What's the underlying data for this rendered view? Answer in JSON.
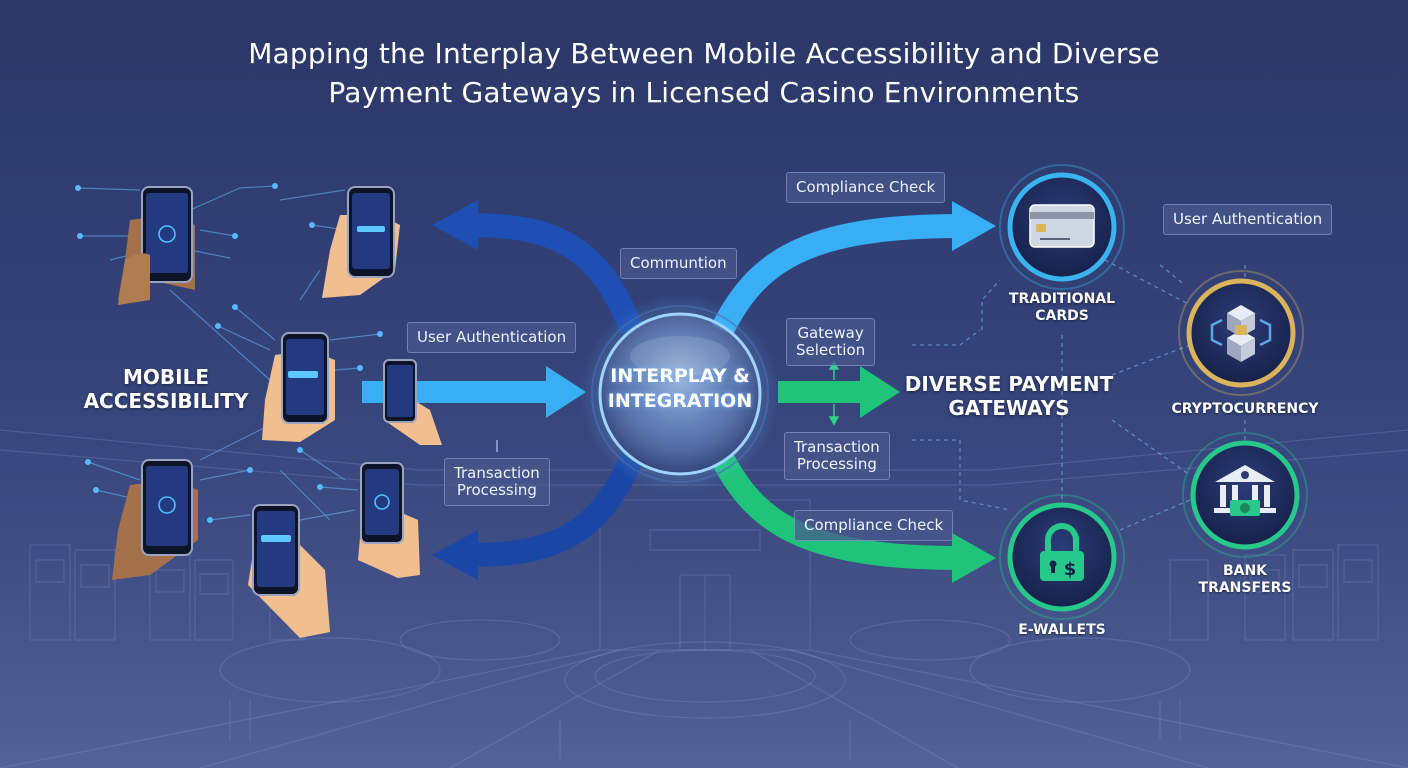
{
  "title": {
    "line1": "Mapping the Interplay Between Mobile Accessibility and Diverse",
    "line2": "Payment Gateways in Licensed Casino Environments"
  },
  "left": {
    "label_line1": "MOBILE",
    "label_line2": "ACCESSIBILITY"
  },
  "center": {
    "label_line1": "INTERPLAY &",
    "label_line2": "INTEGRATION"
  },
  "right": {
    "label_line1": "DIVERSE PAYMENT",
    "label_line2": "GATEWAYS"
  },
  "tags": {
    "compliance_top": "Compliance Check",
    "communtion": "Communtion",
    "user_auth_left": "User Authentication",
    "gateway_line1": "Gateway",
    "gateway_line2": "Selection",
    "transaction_mid_line1": "Transaction",
    "transaction_mid_line2": "Processing",
    "transaction_left_line1": "Transaction",
    "transaction_left_line2": "Processing",
    "compliance_bottom": "Compliance Check",
    "user_auth_right": "User Authentication"
  },
  "gateways": {
    "cards_line1": "TRADITIONAL",
    "cards_line2": "CARDS",
    "crypto": "CRYPTOCURRENCY",
    "bank_line1": "BANK",
    "bank_line2": "TRANSFERS",
    "ewallets": "E-WALLETS"
  },
  "colors": {
    "arrow_dark_blue": "#1e4fb4",
    "arrow_light_blue": "#38aef5",
    "arrow_green": "#1fc37a",
    "node_ring_blue": "#3ab4f0",
    "node_ring_gold": "#d9b45a",
    "node_ring_green": "#26c98a"
  },
  "icons": [
    "phone-icon",
    "hand-icon",
    "credit-card-icon",
    "blockchain-icon",
    "bank-icon",
    "lock-dollar-icon"
  ]
}
